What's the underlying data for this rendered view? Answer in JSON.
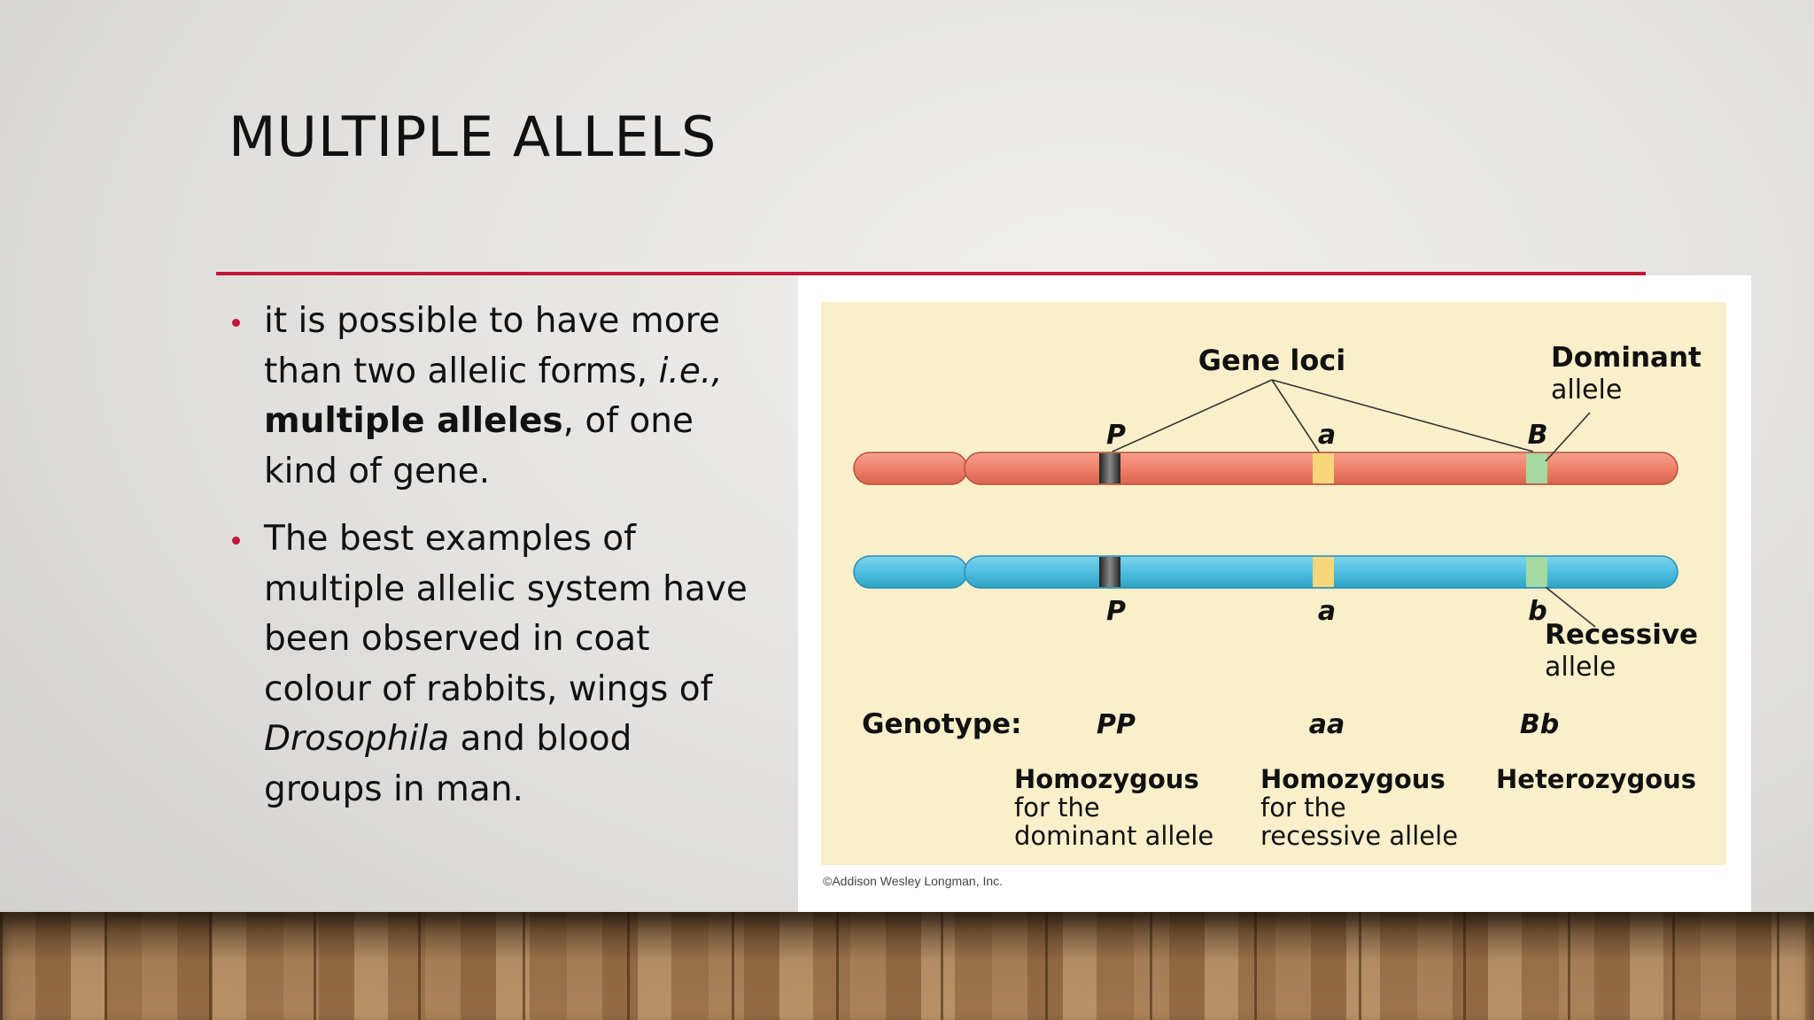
{
  "slide": {
    "title": "MULTIPLE ALLELS",
    "bullets": [
      {
        "p1": "it is possible to have more than two allelic forms, ",
        "p2_italic": "i.e.,",
        "p3_bold": "multiple alleles",
        "p4": ", of one kind of gene."
      },
      {
        "p1": "The best examples of multiple allelic system have been observed in coat colour of rabbits, wings of ",
        "p2_italic": "Drosophila",
        "p3": " and blood groups in man."
      }
    ],
    "accent_color": "#c0193a"
  },
  "figure": {
    "gene_loci_label": "Gene loci",
    "dominant_label_1": "Dominant",
    "dominant_label_2": "allele",
    "recessive_label_1": "Recessive",
    "recessive_label_2": "allele",
    "top_alleles": [
      "P",
      "a",
      "B"
    ],
    "bottom_alleles": [
      "P",
      "a",
      "b"
    ],
    "genotype_label": "Genotype:",
    "genotypes": [
      "PP",
      "aa",
      "Bb"
    ],
    "descriptions": [
      {
        "line1": "Homozygous",
        "line2": "for the",
        "line3": "dominant allele"
      },
      {
        "line1": "Homozygous",
        "line2": "for the",
        "line3": "recessive allele"
      },
      {
        "line1": "Heterozygous",
        "line2": "",
        "line3": ""
      }
    ],
    "copyright": "©Addison Wesley Longman, Inc.",
    "colors": {
      "panel": "#f9efcb",
      "chromosome_top": "#f08a74",
      "chromosome_bottom": "#58c3e0",
      "locus_p": "#3a3a3a",
      "locus_a": "#f7d77a",
      "locus_b": "#9fd59a"
    }
  }
}
